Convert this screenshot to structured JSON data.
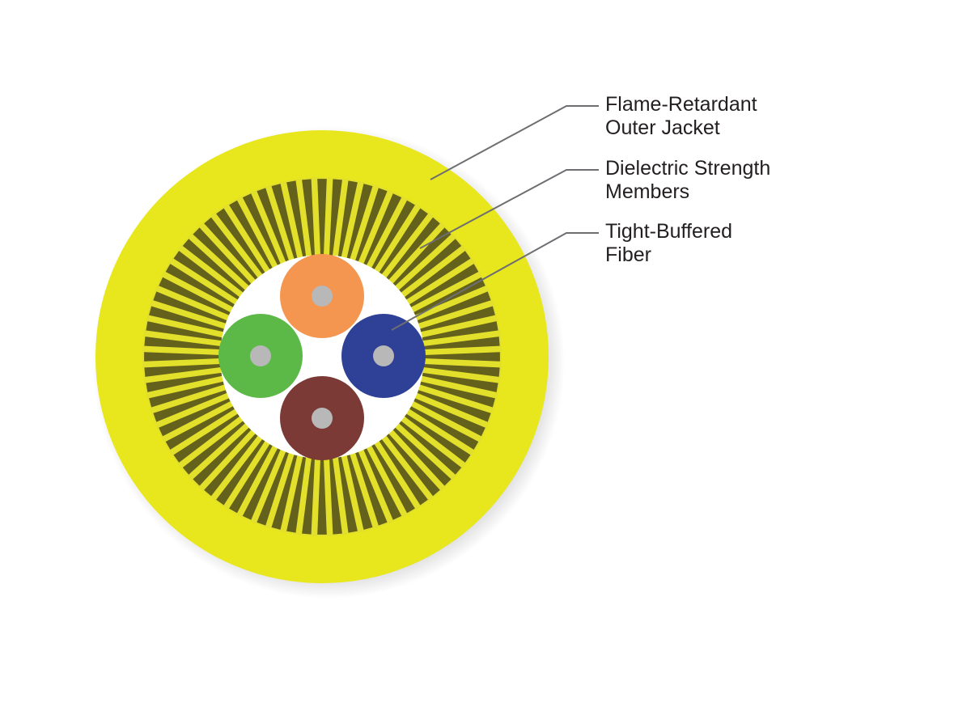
{
  "colors": {
    "jacket": "#e8e61c",
    "strength_light": "#e2e02a",
    "strength_dark": "#4c4a1a",
    "core_fill": "#ffffff",
    "fiber_core": "#b8b8b8",
    "leader_line": "#6d6e71",
    "label_text": "#231f20"
  },
  "fibers": [
    {
      "name": "orange-fiber",
      "color": "#f4964f"
    },
    {
      "name": "green-fiber",
      "color": "#5cb948"
    },
    {
      "name": "blue-fiber",
      "color": "#2e4197"
    },
    {
      "name": "brown-fiber",
      "color": "#7b3a35"
    }
  ],
  "callouts": [
    {
      "name": "callout-outer-jacket",
      "lines": [
        "Flame-Retardant",
        "Outer Jacket"
      ]
    },
    {
      "name": "callout-strength-members",
      "lines": [
        "Dielectric Strength",
        "Members"
      ]
    },
    {
      "name": "callout-tight-buffered",
      "lines": [
        "Tight-Buffered",
        "Fiber"
      ]
    }
  ]
}
